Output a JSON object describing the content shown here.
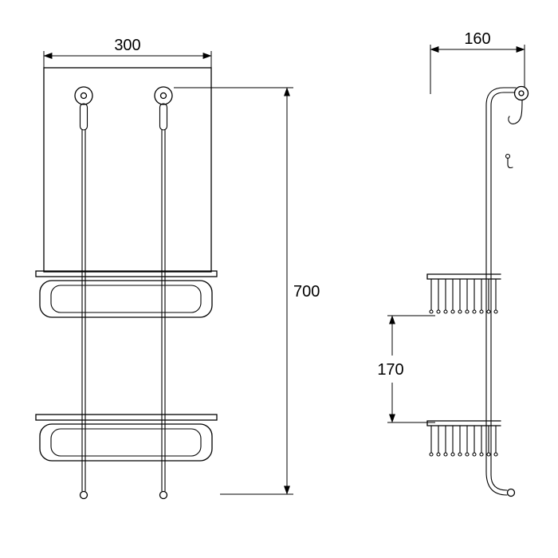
{
  "dimensions": {
    "width": "300",
    "height": "700",
    "depth": "160",
    "spacing": "170"
  },
  "style": {
    "line_color": "#000000",
    "background_color": "#ffffff"
  }
}
